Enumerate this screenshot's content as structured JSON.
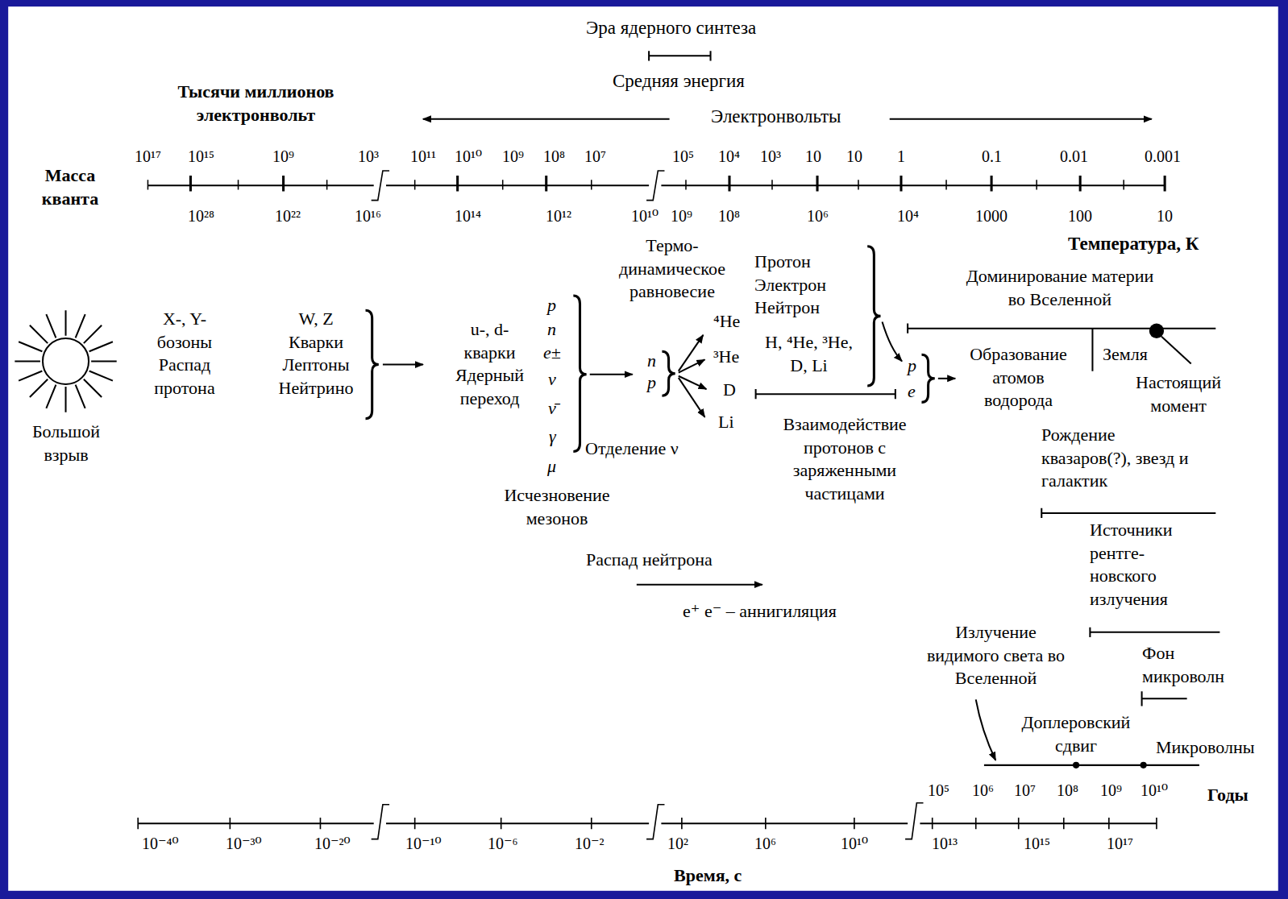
{
  "diagram": {
    "labels": [
      "Эра ядерного синтеза",
      "Средняя энергия",
      "Тысячи миллионов электронвольт",
      "Электронвольты",
      "Масса кванта",
      "10¹⁷",
      "10¹⁵",
      "10⁹",
      "10³",
      "10¹¹",
      "10¹⁰",
      "10⁹",
      "10⁸",
      "10⁷",
      "10⁵",
      "10⁴",
      "10³",
      "10",
      "10",
      "1",
      "0.1",
      "0.01",
      "0.001",
      "10²⁸",
      "10²²",
      "10¹⁶",
      "10¹⁴",
      "10¹²",
      "10¹⁰",
      "10⁹",
      "10⁸",
      "10⁶",
      "10⁴",
      "1000",
      "100",
      "10",
      "Температура, К",
      "Большой взрыв",
      "X-, Y- бозоны Распад протона",
      "W, Z Кварки Лептоны Нейтрино",
      "u-, d- кварки Ядерный переход",
      "p",
      "n",
      "e±",
      "ν",
      "ν̄",
      "γ",
      "μ",
      "Термо- динамическое равновесие",
      "n",
      "p",
      "⁴He",
      "³He",
      "D",
      "Li",
      "Отделение ν",
      "Исчезновение мезонов",
      "Протон Электрон Нейтрон",
      "H, ⁴He, ³He, D, Li",
      "Взаимодействие протонов с заряженными частицами",
      "p",
      "e",
      "Образование атомов водорода",
      "Доминирование материи во Вселенной",
      "Земля",
      "Настоящий момент",
      "Рождение квазаров(?), звезд и галактик",
      "Источники рентге- новского излучения",
      "Распад нейтрона",
      "e⁺ e⁻ – аннигиляция",
      "Излучение видимого света во Вселенной",
      "Доплеровский сдвиг",
      "Фон микроволн",
      "Микроволны",
      "10⁵",
      "10⁶",
      "10⁷",
      "10⁸",
      "10⁹",
      "10¹⁰",
      "Годы",
      "10⁻⁴⁰",
      "10⁻³⁰",
      "10⁻²⁰",
      "10⁻¹⁰",
      "10⁻⁶",
      "10⁻²",
      "10²",
      "10⁶",
      "10¹⁰",
      "10¹³",
      "10¹⁵",
      "10¹⁷",
      "Время, с"
    ]
  }
}
